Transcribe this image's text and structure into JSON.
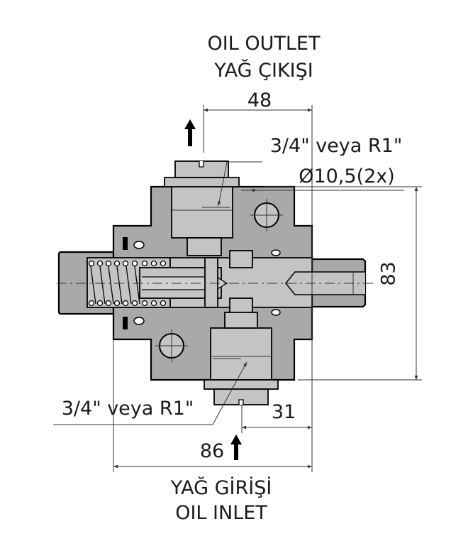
{
  "outlet": {
    "title_en": "OIL OUTLET",
    "title_tr": "YAĞ ÇIKIŞI"
  },
  "inlet": {
    "title_tr": "YAĞ GİRİŞİ",
    "title_en": "OIL INLET"
  },
  "dimensions": {
    "outlet_width": "48",
    "height": "83",
    "inlet_offset": "31",
    "overall_width": "86",
    "mounting_hole": "Ø10,5(2x)",
    "outlet_port": "3/4\" veya R1\"",
    "inlet_port": "3/4\" veya R1\""
  },
  "colors": {
    "body": "#a9a9a9",
    "part": "#c4c4c4",
    "line": "#000000"
  }
}
